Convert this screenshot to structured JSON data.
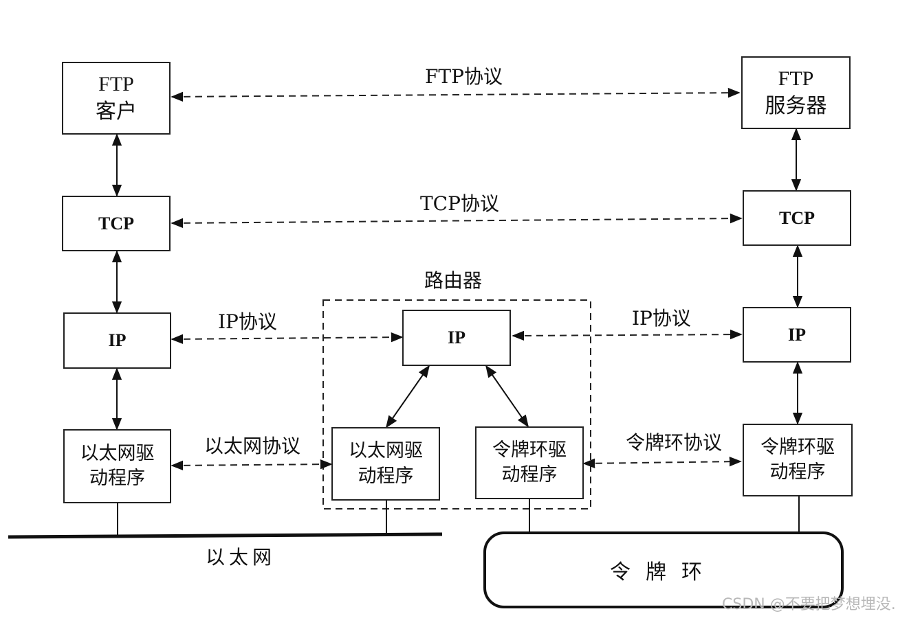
{
  "client": {
    "ftp": [
      "FTP",
      "客户"
    ],
    "tcp": "TCP",
    "ip": "IP",
    "eth_driver": [
      "以太网驱",
      "动程序"
    ]
  },
  "server": {
    "ftp": [
      "FTP",
      "服务器"
    ],
    "tcp": "TCP",
    "ip": "IP",
    "tr_driver": [
      "令牌环驱",
      "动程序"
    ]
  },
  "router": {
    "title": "路由器",
    "ip": "IP",
    "eth_driver": [
      "以太网驱",
      "动程序"
    ],
    "tr_driver": [
      "令牌环驱",
      "动程序"
    ]
  },
  "protocols": {
    "ftp": "FTP协议",
    "tcp": "TCP协议",
    "ip_left": "IP协议",
    "ip_right": "IP协议",
    "ethernet": "以太网协议",
    "token_ring": "令牌环协议"
  },
  "networks": {
    "ethernet": "以太网",
    "token_ring": "令牌环"
  },
  "watermark": "CSDN @不要把梦想埋没."
}
